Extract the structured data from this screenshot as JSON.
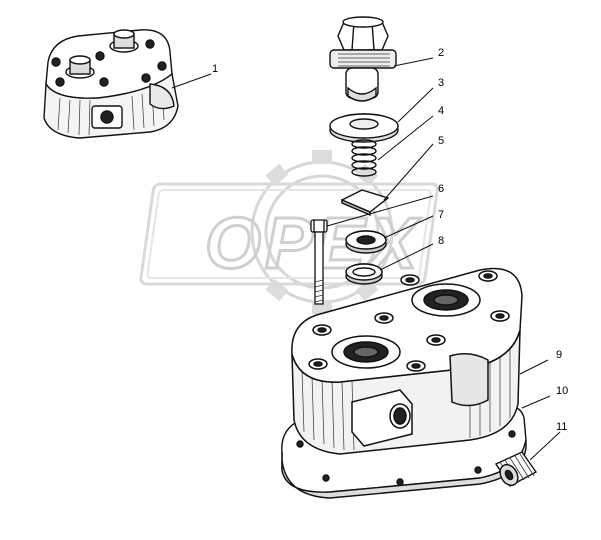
{
  "watermark": {
    "text": "OPEX"
  },
  "callouts": [
    "1",
    "2",
    "3",
    "4",
    "5",
    "6",
    "7",
    "8",
    "9",
    "10",
    "11"
  ],
  "colors": {
    "ink": "#111111",
    "paper": "#ffffff",
    "watermark": "#d9d9d9"
  }
}
